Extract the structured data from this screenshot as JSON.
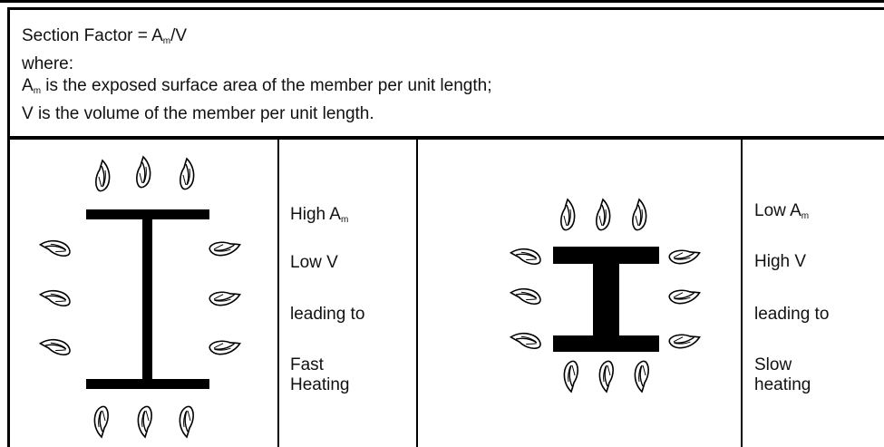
{
  "header": {
    "line1_prefix": "Section Factor = A",
    "line1_sub": "m",
    "line1_suffix": "/V",
    "line2": "where:",
    "line3_prefix": "A",
    "line3_sub": "m",
    "line3_suffix": " is the  exposed surface area of the member per unit length;",
    "line4": "V   is the volume of the member per unit length."
  },
  "left_panel": {
    "label1_prefix": "High A",
    "label1_sub": "m",
    "label2": "Low V",
    "label3": "leading to",
    "label4_line1": "Fast",
    "label4_line2": "Heating"
  },
  "right_panel": {
    "label1_prefix": "Low A",
    "label1_sub": "m",
    "label2": "High V",
    "label3": "leading to",
    "label4_line1": "Slow",
    "label4_line2": "heating"
  },
  "colors": {
    "ink": "#000000",
    "background": "#ffffff"
  }
}
